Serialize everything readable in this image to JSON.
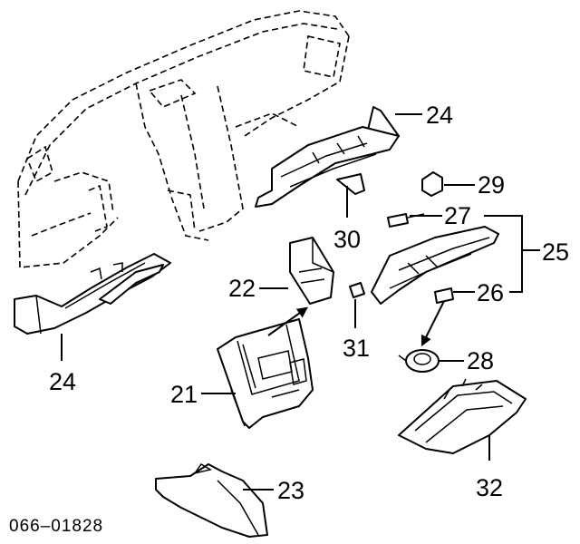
{
  "diagram_code": "066–01828",
  "callouts": {
    "c21": "21",
    "c22": "22",
    "c23": "23",
    "c24_top": "24",
    "c24_left": "24",
    "c25": "25",
    "c26": "26",
    "c27": "27",
    "c28": "28",
    "c29": "29",
    "c30": "30",
    "c31": "31",
    "c32": "32"
  }
}
